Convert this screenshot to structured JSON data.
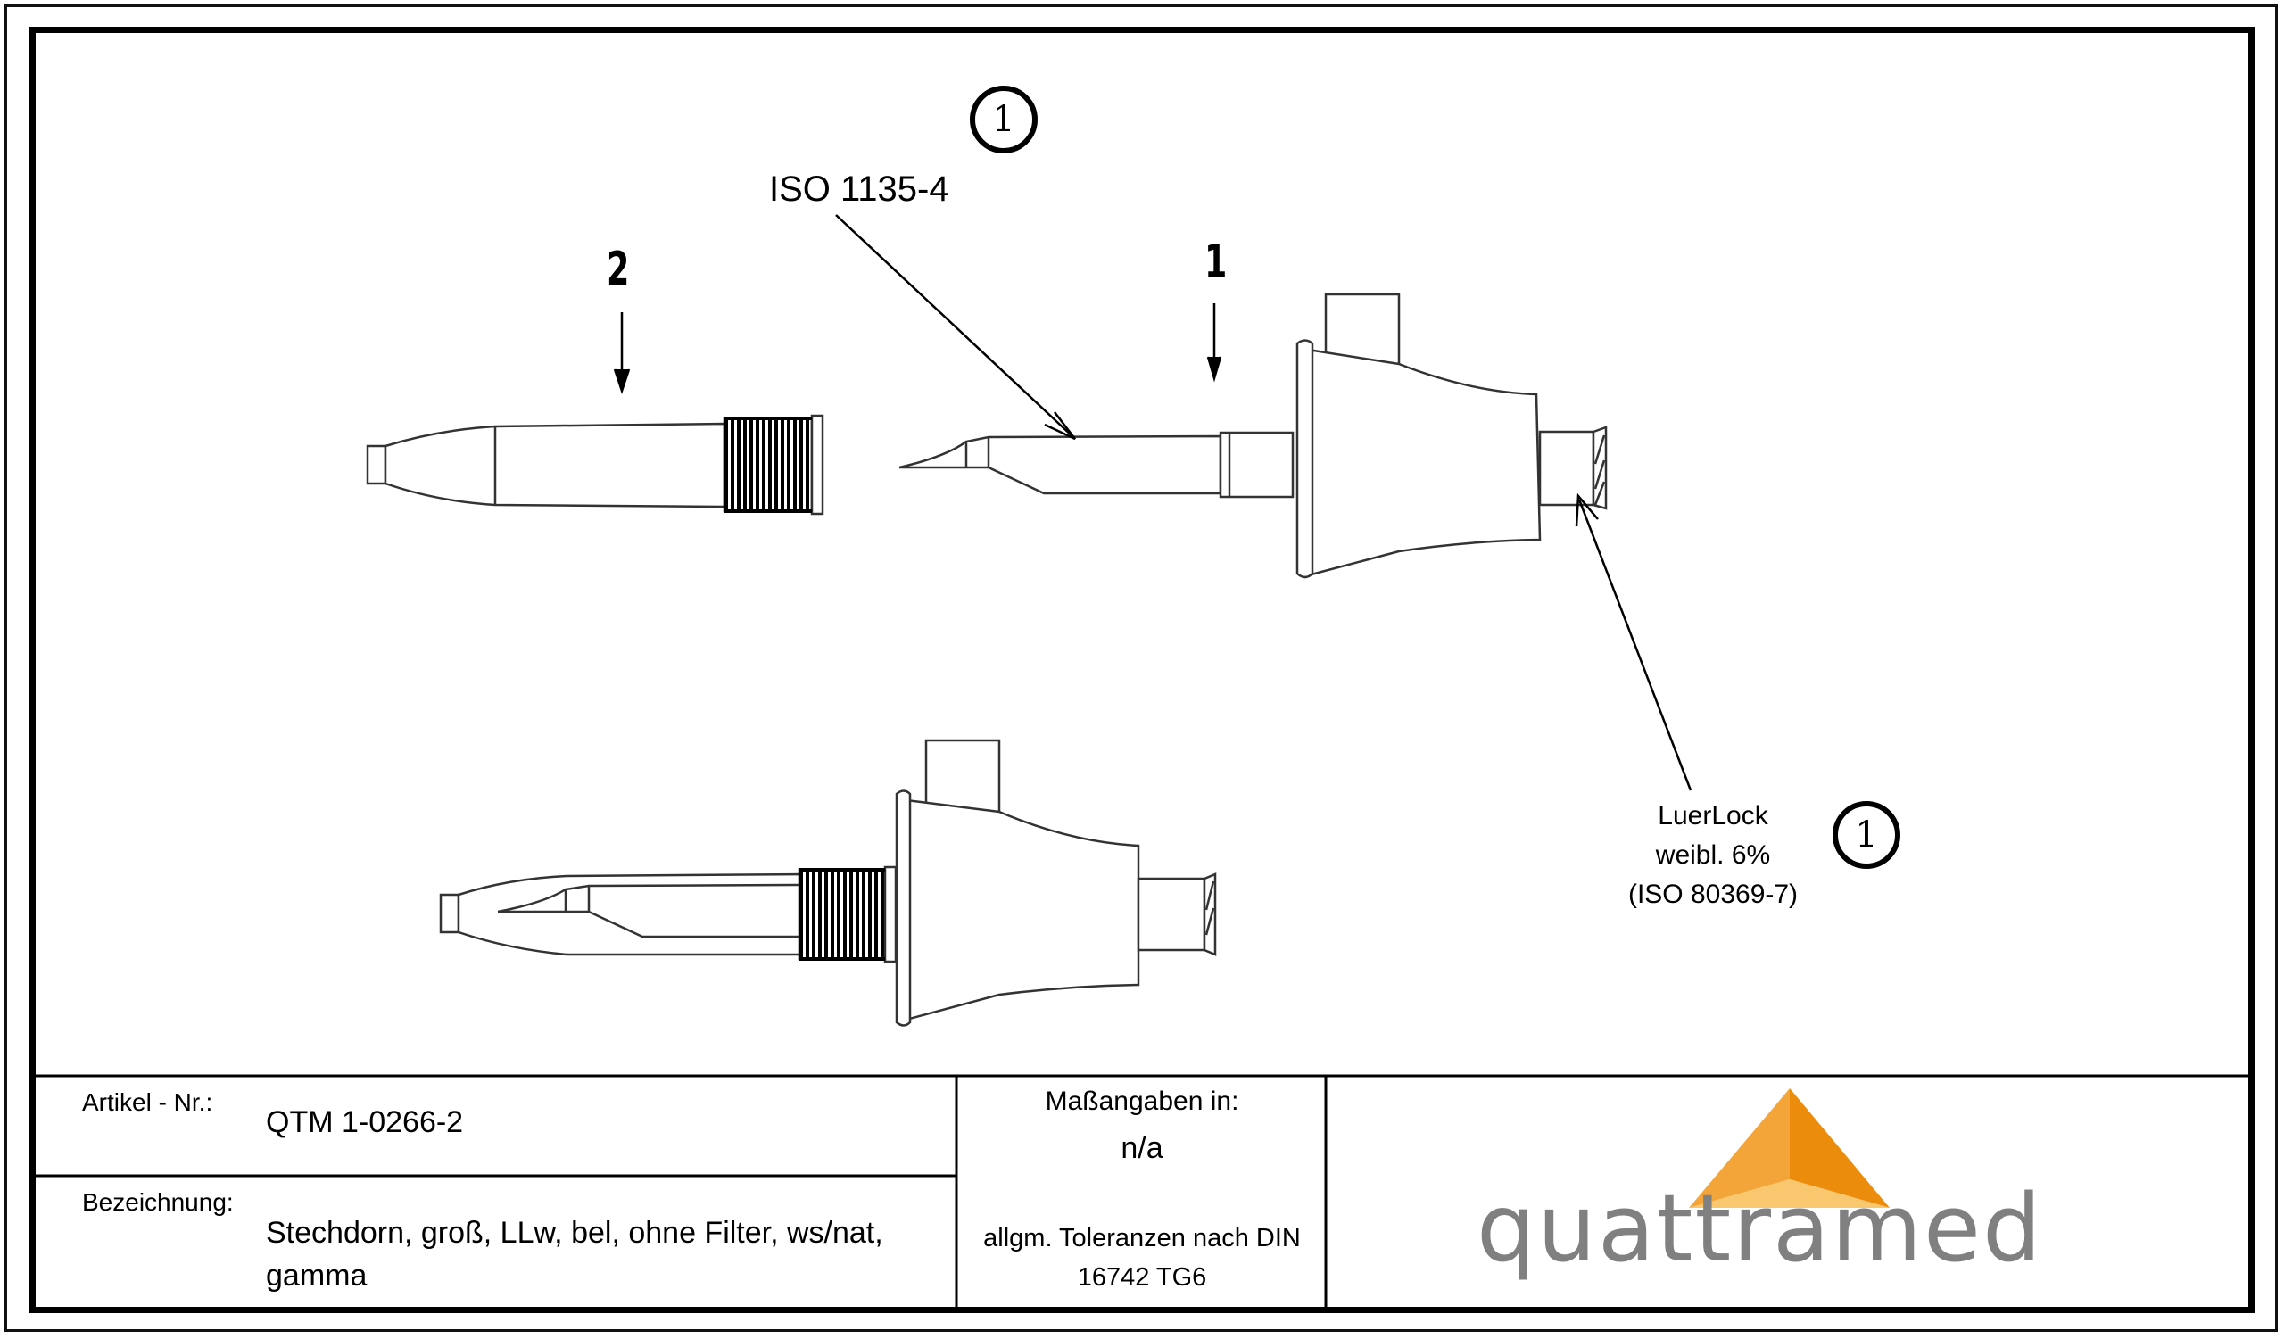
{
  "drawing": {
    "iso_callout": "ISO 1135-4",
    "label_1": "1",
    "label_2": "2",
    "circle_top": "1",
    "circle_right": "1",
    "luerlock": {
      "line1": "LuerLock",
      "line2": "weibl. 6%",
      "line3": "(ISO 80369-7)"
    }
  },
  "title_block": {
    "article_label": "Artikel - Nr.:",
    "article_value": "QTM 1-0266-2",
    "description_label": "Bezeichnung:",
    "description_line1": "Stechdorn, groß, LLw, bel, ohne Filter, ws/nat,",
    "description_line2": "gamma",
    "units_label": "Maßangaben in:",
    "units_value": "n/a",
    "tolerance_line1": "allgm. Toleranzen nach DIN",
    "tolerance_line2": "16742 TG6"
  },
  "logo": {
    "text": "quattramed",
    "colors": {
      "light": "#F9C76E",
      "mid": "#F4A53A",
      "dark": "#EC8C0C",
      "text": "#808080"
    }
  }
}
